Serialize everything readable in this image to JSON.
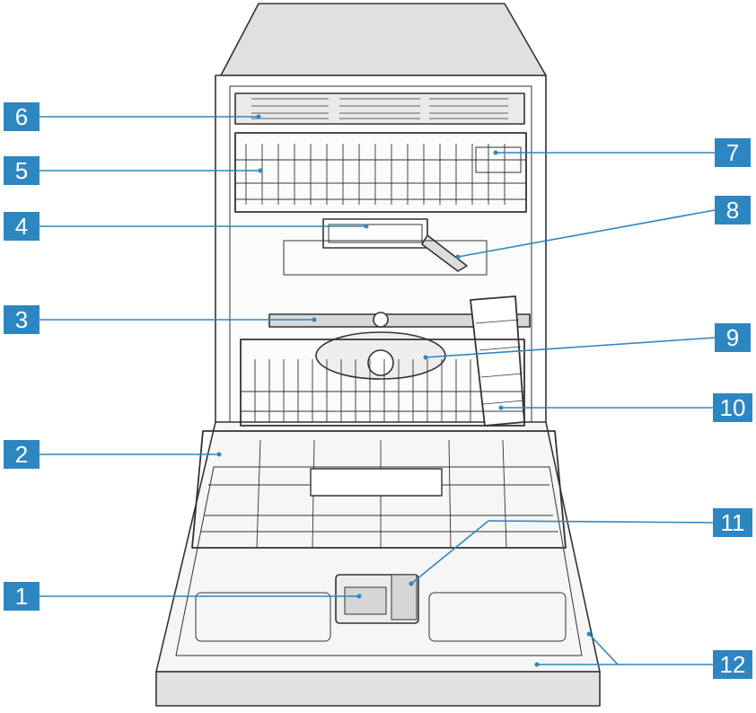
{
  "callouts": {
    "c1": "1",
    "c2": "2",
    "c3": "3",
    "c4": "4",
    "c5": "5",
    "c6": "6",
    "c7": "7",
    "c8": "8",
    "c9": "9",
    "c10": "10",
    "c11": "11",
    "c12": "12"
  },
  "colors": {
    "accent": "#2e86c1",
    "leader": "#2e86c1",
    "outline": "#333333",
    "panel": "#e0e0e0",
    "door": "#f4f4f4"
  }
}
